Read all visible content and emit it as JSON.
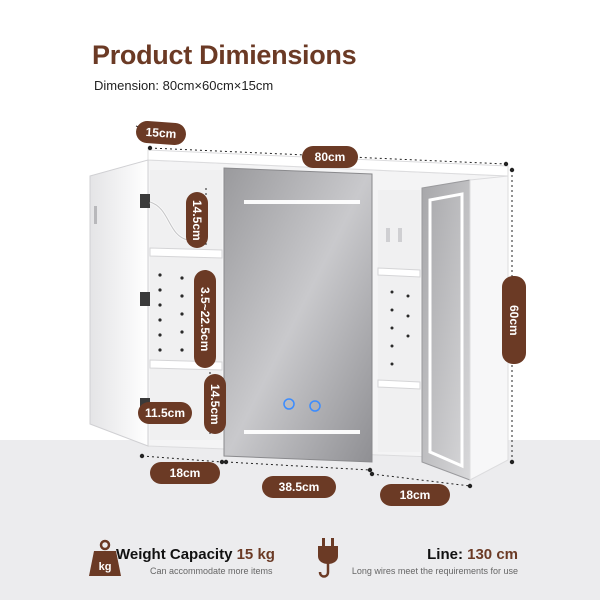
{
  "header": {
    "title": "Product Dimiensions",
    "dimension_text": "Dimension: 80cm×60cm×15cm"
  },
  "measurements": {
    "depth": "15cm",
    "width": "80cm",
    "height": "60cm",
    "shelf_top": "14.5cm",
    "shelf_adjust": "3.5~22.5cm",
    "shelf_bottom": "14.5cm",
    "left_gap": "11.5cm",
    "left_compartment": "18cm",
    "mirror_width": "38.5cm",
    "right_compartment": "18cm"
  },
  "features": {
    "weight_label": "Weight Capacity",
    "weight_value": "15 kg",
    "weight_note": "Can accommodate more items",
    "weight_icon_text": "kg",
    "line_label": "Line:",
    "line_value": "130 cm",
    "line_note": "Long wires meet the requirements for use"
  },
  "colors": {
    "accent": "#6b3a25",
    "background": "#ffffff",
    "floor": "#ececee"
  }
}
